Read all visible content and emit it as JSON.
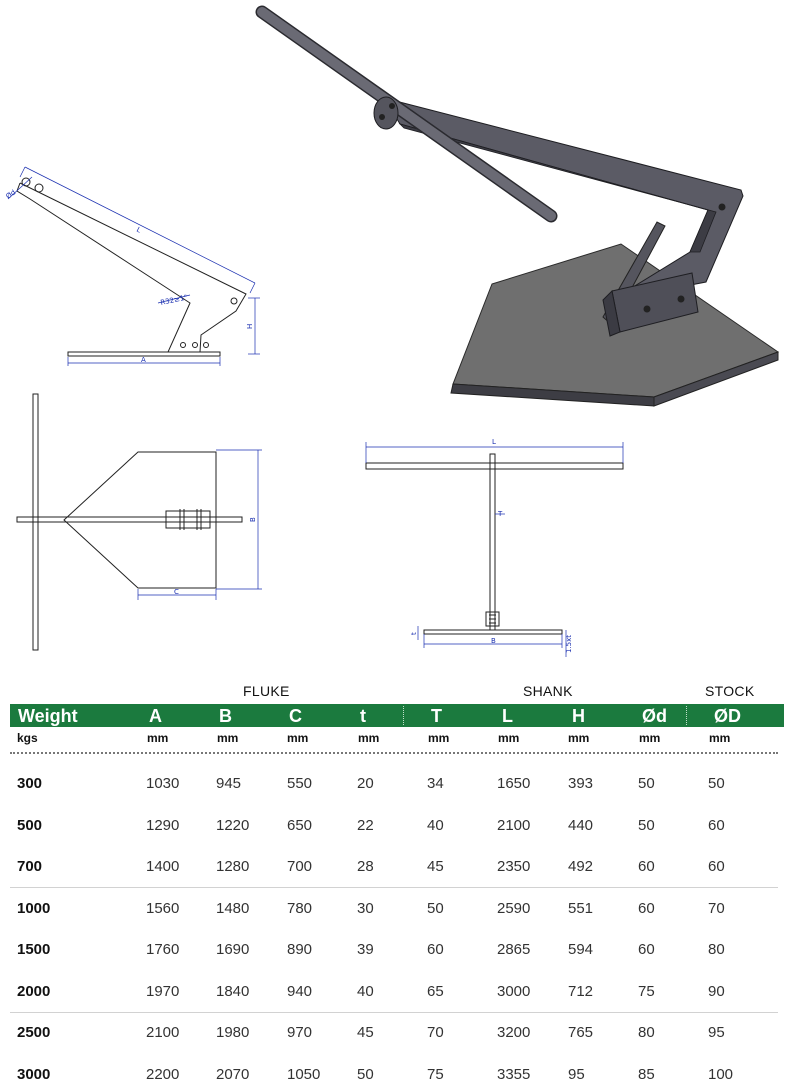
{
  "drawings": {
    "side_view": {
      "label_phi_d": "Ød",
      "label_L": "L",
      "label_R": "R32≥1\"",
      "label_H": "H",
      "label_A": "A"
    },
    "top_view": {
      "label_B": "B",
      "label_C": "C"
    },
    "front_view": {
      "label_L": "L",
      "label_T": "T",
      "label_t": "t",
      "label_B": "B",
      "label_15xt": "1.5xt"
    }
  },
  "table": {
    "groups": {
      "fluke": "FLUKE",
      "shank": "SHANK",
      "stock": "STOCK"
    },
    "columns": [
      "Weight",
      "A",
      "B",
      "C",
      "t",
      "T",
      "L",
      "H",
      "Ød",
      "ØD"
    ],
    "units": [
      "kgs",
      "mm",
      "mm",
      "mm",
      "mm",
      "mm",
      "mm",
      "mm",
      "mm",
      "mm"
    ],
    "rows": [
      [
        "300",
        "1030",
        "945",
        "550",
        "20",
        "34",
        "1650",
        "393",
        "50",
        "50"
      ],
      [
        "500",
        "1290",
        "1220",
        "650",
        "22",
        "40",
        "2100",
        "440",
        "50",
        "60"
      ],
      [
        "700",
        "1400",
        "1280",
        "700",
        "28",
        "45",
        "2350",
        "492",
        "60",
        "60"
      ],
      [
        "1000",
        "1560",
        "1480",
        "780",
        "30",
        "50",
        "2590",
        "551",
        "60",
        "70"
      ],
      [
        "1500",
        "1760",
        "1690",
        "890",
        "39",
        "60",
        "2865",
        "594",
        "60",
        "80"
      ],
      [
        "2000",
        "1970",
        "1840",
        "940",
        "40",
        "65",
        "3000",
        "712",
        "75",
        "90"
      ],
      [
        "2500",
        "2100",
        "1980",
        "970",
        "45",
        "70",
        "3200",
        "765",
        "80",
        "95"
      ],
      [
        "3000",
        "2200",
        "2070",
        "1050",
        "50",
        "75",
        "3355",
        "95",
        "85",
        "100"
      ]
    ],
    "colors": {
      "header_band": "#1b7a3e",
      "header_text": "#ffffff",
      "dimension_lines": "#1a2fb0"
    }
  }
}
